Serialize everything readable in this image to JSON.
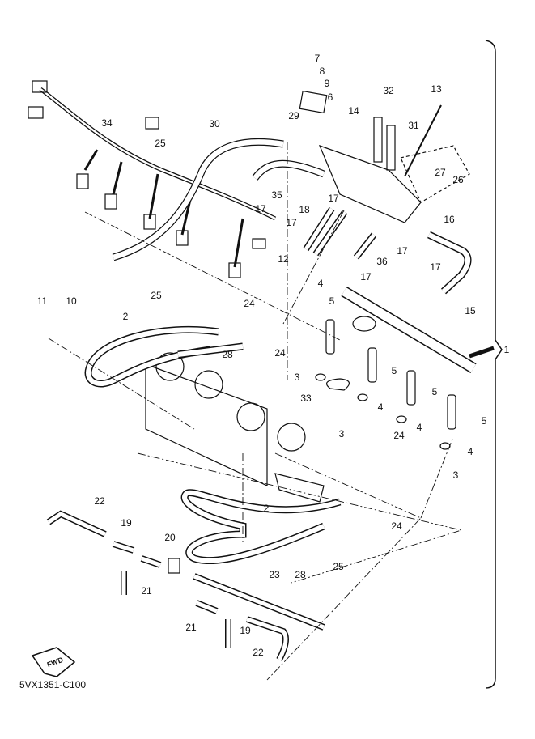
{
  "diagram": {
    "callouts": [
      "7",
      "8",
      "9",
      "6",
      "32",
      "13",
      "14",
      "29",
      "31",
      "34",
      "30",
      "25",
      "27",
      "26",
      "35",
      "17",
      "17",
      "18",
      "17",
      "16",
      "12",
      "36",
      "17",
      "17",
      "17",
      "4",
      "5",
      "11",
      "10",
      "25",
      "24",
      "15",
      "2",
      "1",
      "28",
      "24",
      "3",
      "5",
      "33",
      "5",
      "4",
      "3",
      "4",
      "5",
      "4",
      "24",
      "3",
      "22",
      "2",
      "24",
      "19",
      "20",
      "25",
      "28",
      "21",
      "23",
      "21",
      "19",
      "22"
    ],
    "fwd_logo_text": "FWD",
    "diagram_code": "5VX1351-C100",
    "line_color": "#111111",
    "background": "#ffffff"
  }
}
